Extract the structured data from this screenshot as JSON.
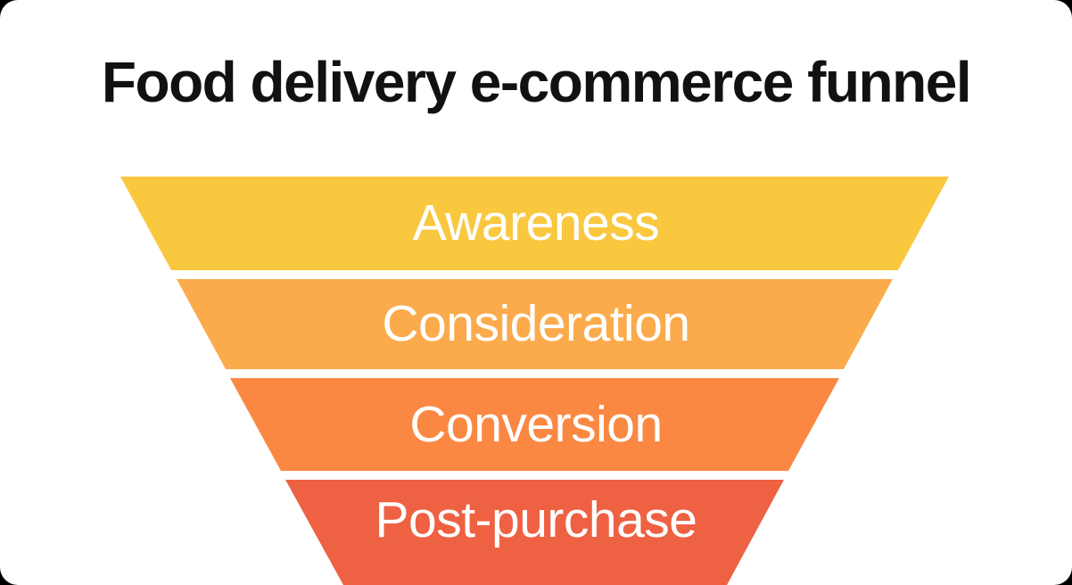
{
  "page": {
    "background": "#000000",
    "card_background": "#FFFFFF"
  },
  "title": "Food delivery e-commerce funnel",
  "funnel": {
    "type": "funnel",
    "label_color": "#FFFFFF",
    "stages": [
      {
        "label": "Awareness",
        "color": "#F9C83F"
      },
      {
        "label": "Consideration",
        "color": "#FBAB4C"
      },
      {
        "label": "Conversion",
        "color": "#FA8843"
      },
      {
        "label": "Post-purchase",
        "color": "#EE6142"
      }
    ]
  }
}
